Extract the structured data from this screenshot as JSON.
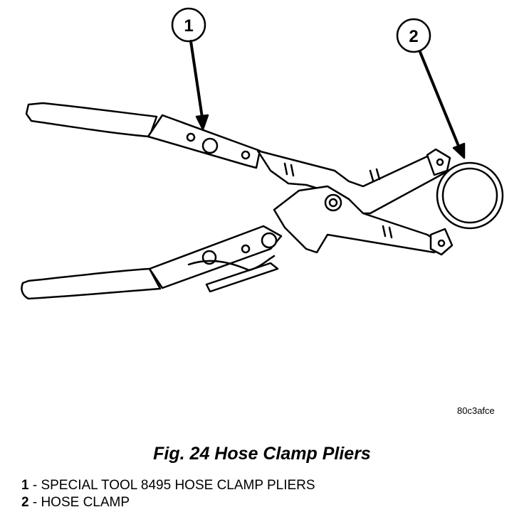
{
  "figure": {
    "callouts": [
      {
        "number": "1"
      },
      {
        "number": "2"
      }
    ],
    "image_code": "80c3afce",
    "caption": "Fig. 24 Hose Clamp Pliers",
    "legend": [
      {
        "number": "1",
        "text": " - SPECIAL TOOL 8495 HOSE CLAMP PLIERS"
      },
      {
        "number": "2",
        "text": " - HOSE CLAMP"
      }
    ]
  },
  "colors": {
    "line": "#000000",
    "background": "#ffffff"
  }
}
